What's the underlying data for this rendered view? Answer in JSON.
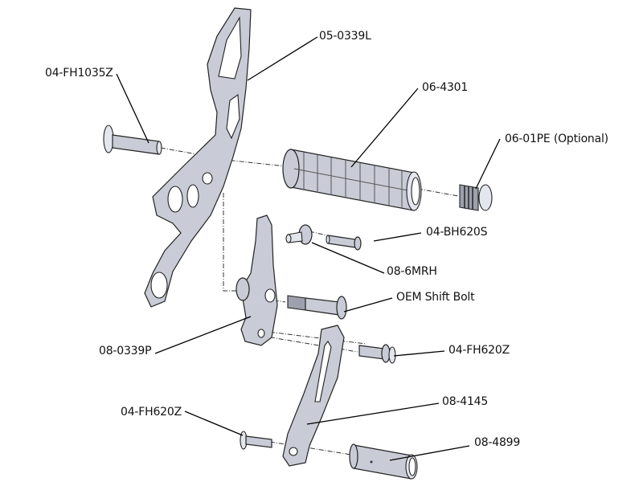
{
  "diagram": {
    "type": "exploded-parts-view",
    "background": "#ffffff",
    "part_color": "#c9ccd6",
    "callouts": [
      {
        "id": "05-0339L",
        "text": "05-0339L",
        "part": "rearset-bracket"
      },
      {
        "id": "04-FH1035Z",
        "text": "04-FH1035Z",
        "part": "footpeg-bolt"
      },
      {
        "id": "06-4301",
        "text": "06-4301",
        "part": "footpeg"
      },
      {
        "id": "06-01PE",
        "text": "06-01PE (Optional)",
        "part": "footpeg-end-plug"
      },
      {
        "id": "04-BH620S",
        "text": "04-BH620S",
        "part": "button-head-screw"
      },
      {
        "id": "08-6MRH",
        "text": "08-6MRH",
        "part": "rod-end"
      },
      {
        "id": "OEM-shift-bolt",
        "text": "OEM Shift Bolt",
        "part": "shift-bolt"
      },
      {
        "id": "08-0339P",
        "text": "08-0339P",
        "part": "shift-pivot"
      },
      {
        "id": "04-FH620Z-upper",
        "text": "04-FH620Z",
        "part": "upper-flat-head-screw"
      },
      {
        "id": "08-4145",
        "text": "08-4145",
        "part": "shift-lever"
      },
      {
        "id": "04-FH620Z-lower",
        "text": "04-FH620Z",
        "part": "lower-flat-head-screw"
      },
      {
        "id": "08-4899",
        "text": "08-4899",
        "part": "shift-peg"
      }
    ]
  }
}
